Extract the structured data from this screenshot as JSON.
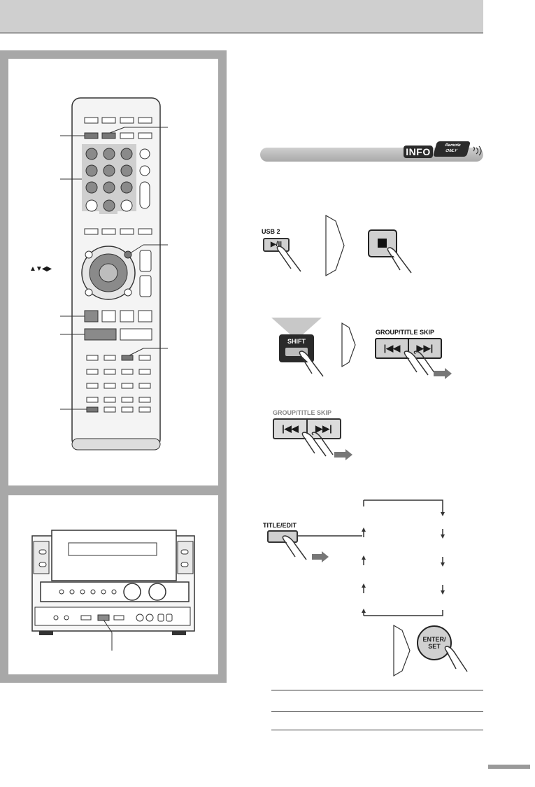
{
  "buttons": {
    "usb2": "USB 2",
    "play_pause": "▶/II",
    "shift": "SHIFT",
    "group_title_skip": "GROUP/TITLE SKIP",
    "title_edit": "TITLE/EDIT",
    "enter_set_line1": "ENTER/",
    "enter_set_line2": "SET"
  },
  "badges": {
    "info": "INFO",
    "remote_only_line1": "Remote",
    "remote_only_line2": "ONLY"
  },
  "remote": {
    "cursor_arrows": "▲▼◀▶"
  },
  "icons": [
    "remote-control-icon",
    "main-unit-icon",
    "stop-icon",
    "previous-icon",
    "next-icon",
    "finger-press-icon",
    "arrow-right-icon",
    "chevron-right-icon",
    "wave-icon"
  ],
  "colors": {
    "panel_border": "#a8a8a8",
    "header_bar": "#cfcfcf",
    "key_gray": "#d0d0d0",
    "dark_key": "#333333"
  }
}
